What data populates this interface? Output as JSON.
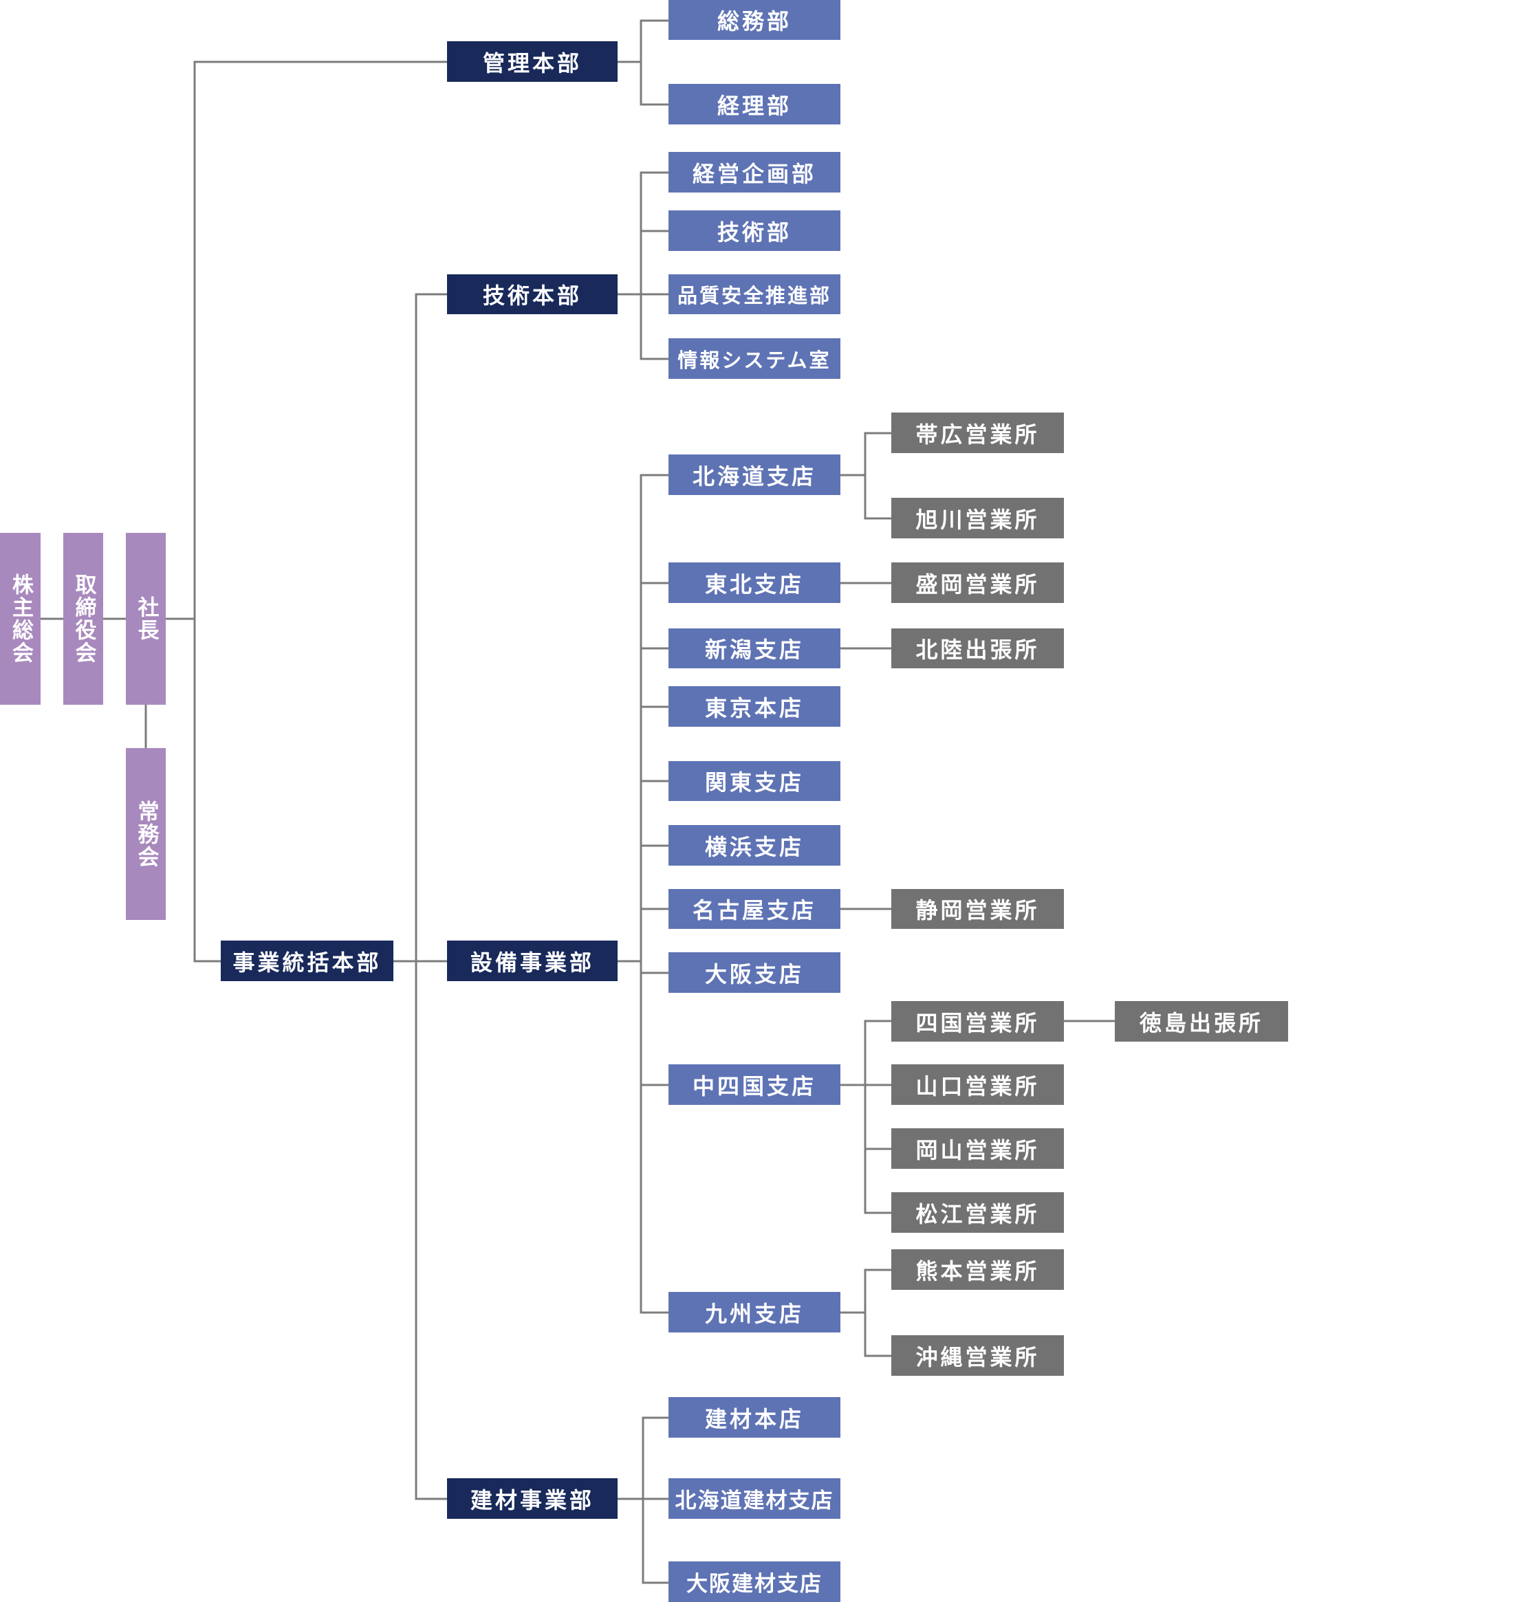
{
  "colors": {
    "governance": "#a889bd",
    "division": "#18295a",
    "department": "#5e73b4",
    "office": "#727272",
    "line": "#7c7c7c"
  },
  "nodes": {
    "shareholders": "株主総会",
    "board": "取締役会",
    "president": "社長",
    "executive_committee": "常務会",
    "admin_hq": "管理本部",
    "general_affairs": "総務部",
    "accounting": "経理部",
    "tech_hq": "技術本部",
    "planning": "経営企画部",
    "engineering": "技術部",
    "quality_safety": "品質安全推進部",
    "info_systems": "情報システム室",
    "business_hq": "事業統括本部",
    "facilities_div": "設備事業部",
    "materials_div": "建材事業部",
    "hokkaido": "北海道支店",
    "obihiro": "帯広営業所",
    "asahikawa": "旭川営業所",
    "tohoku": "東北支店",
    "morioka": "盛岡営業所",
    "niigata": "新潟支店",
    "hokuriku": "北陸出張所",
    "tokyo": "東京本店",
    "kanto": "関東支店",
    "yokohama": "横浜支店",
    "nagoya": "名古屋支店",
    "shizuoka": "静岡営業所",
    "osaka": "大阪支店",
    "chushikoku": "中四国支店",
    "shikoku": "四国営業所",
    "tokushima": "徳島出張所",
    "yamaguchi": "山口営業所",
    "okayama": "岡山営業所",
    "matsue": "松江営業所",
    "kyushu": "九州支店",
    "kumamoto": "熊本営業所",
    "okinawa": "沖縄営業所",
    "materials_main": "建材本店",
    "hokkaido_materials": "北海道建材支店",
    "osaka_materials": "大阪建材支店"
  }
}
